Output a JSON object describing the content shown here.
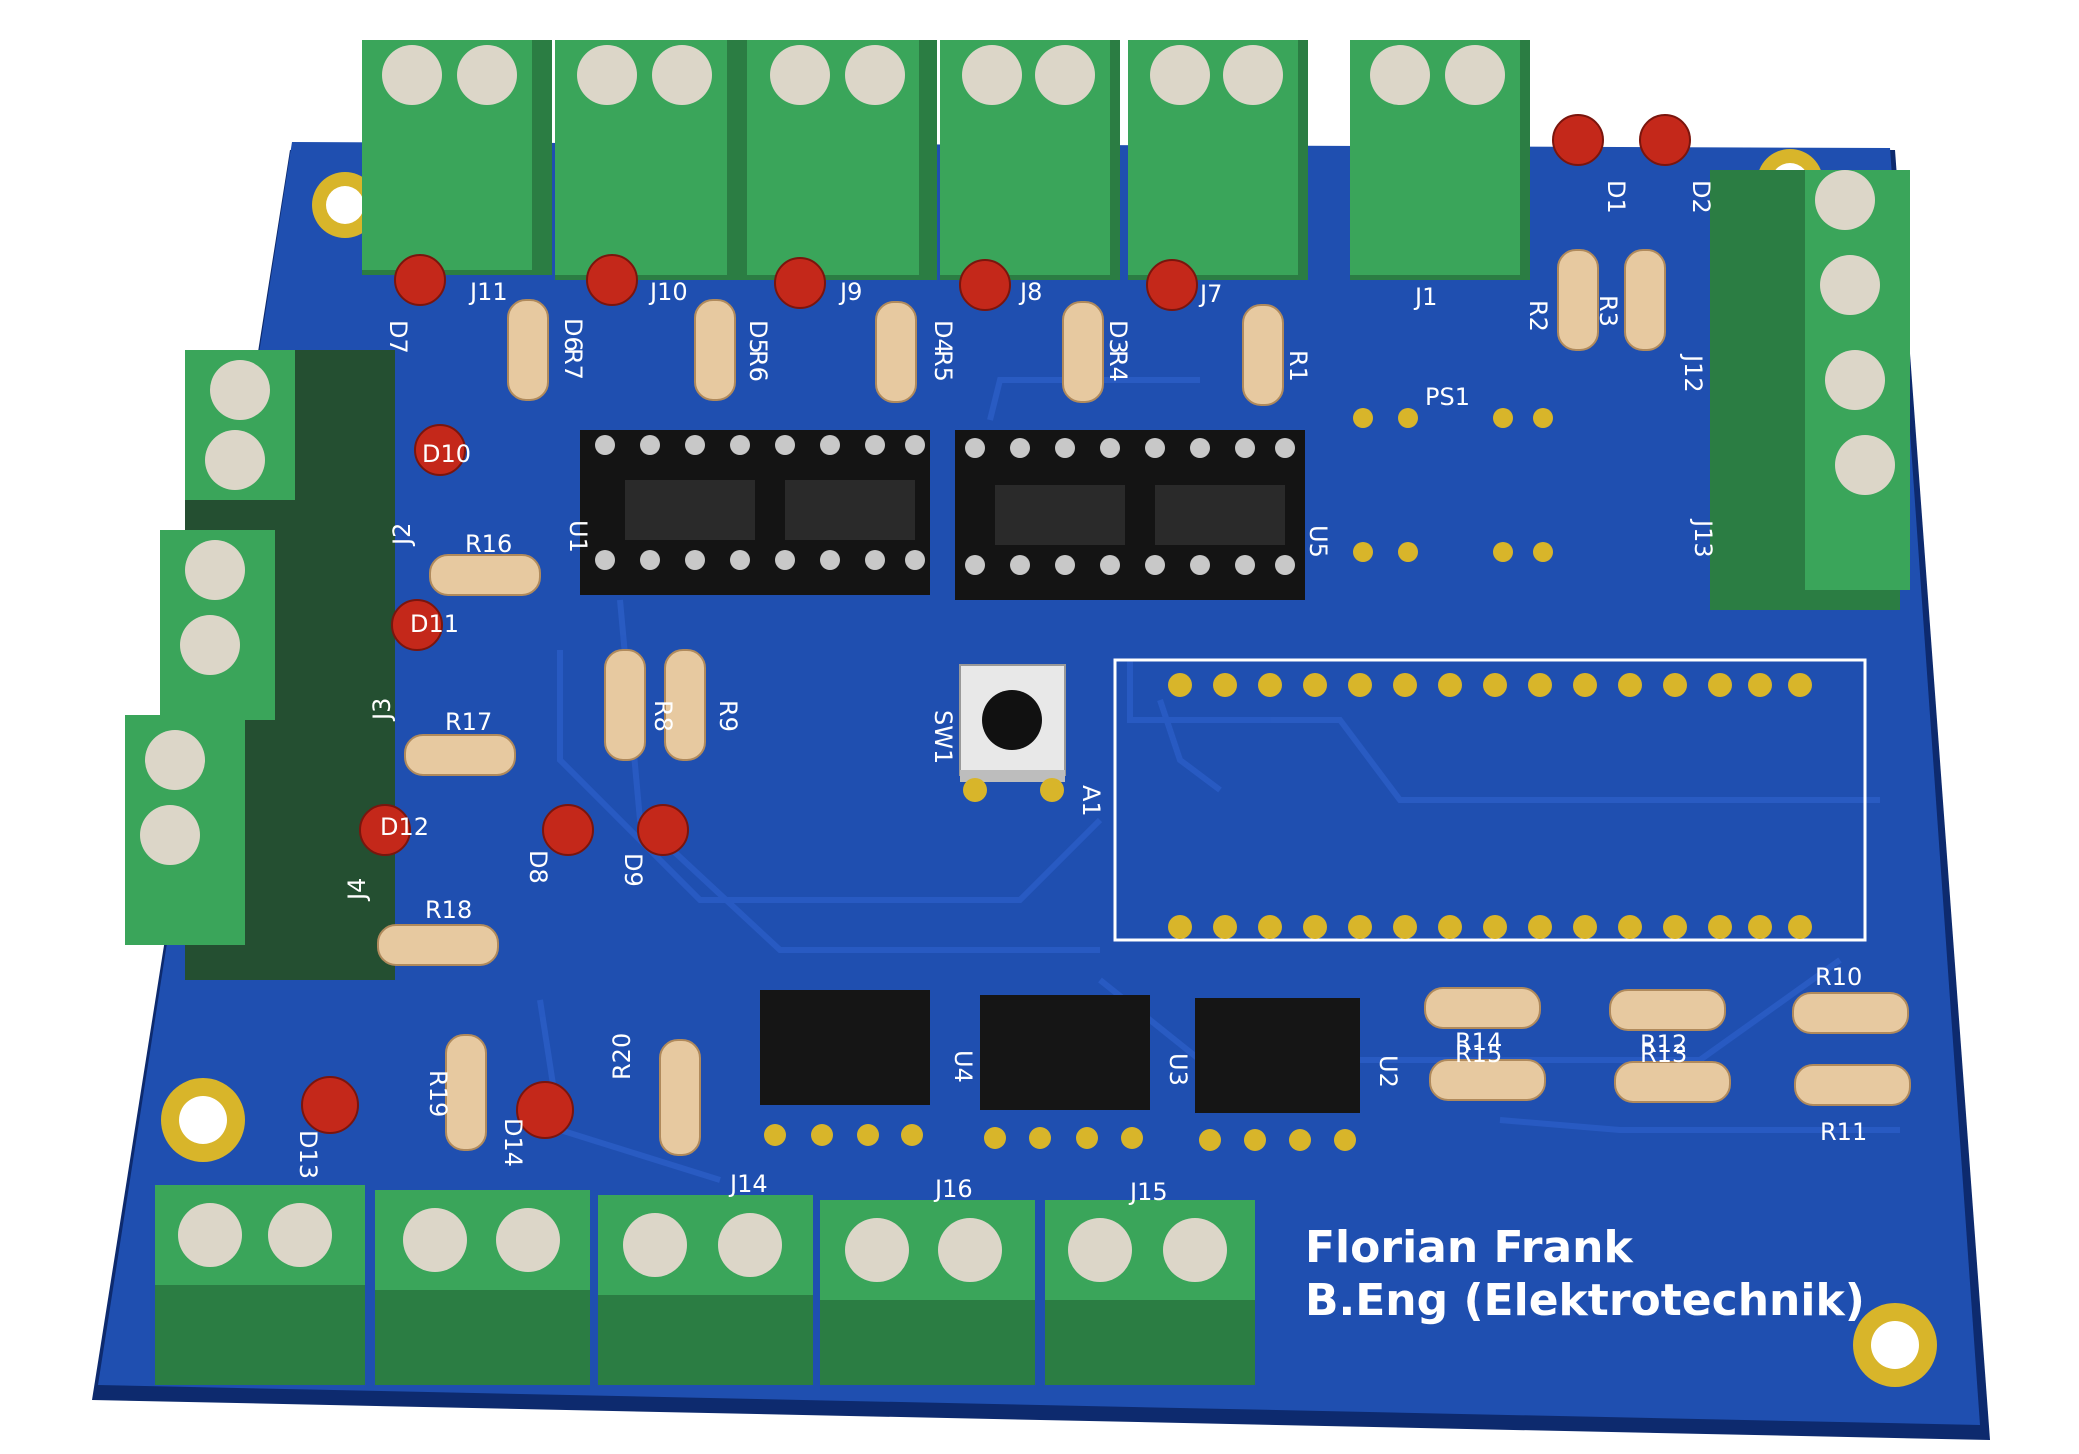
{
  "board": {
    "credit_name": "Florian Frank",
    "credit_degree": "B.Eng (Elektrotechnik)",
    "colors": {
      "pcb": "#1f4fb0",
      "pcb_edge": "#0d2a6e",
      "trace": "#2a5cc4",
      "terminal": "#3aa55a",
      "terminal_dark": "#2b7d43",
      "led": "#c4281a",
      "resistor": "#e7c9a0",
      "pad": "#d8b52a"
    }
  },
  "labels": {
    "J11": "J11",
    "J10": "J10",
    "J9": "J9",
    "J8": "J8",
    "J7": "J7",
    "J1": "J1",
    "J12": "J12",
    "J13": "J13",
    "J2": "J2",
    "J3": "J3",
    "J4": "J4",
    "J14": "J14",
    "J16": "J16",
    "J15": "J15",
    "D1": "D1",
    "D2": "D2",
    "D3": "D3",
    "D4": "D4",
    "D5": "D5",
    "D6": "D6",
    "D7": "D7",
    "D8": "D8",
    "D9": "D9",
    "D10": "D10",
    "D11": "D11",
    "D12": "D12",
    "D13": "D13",
    "D14": "D14",
    "R1": "R1",
    "R2": "R2",
    "R3": "R3",
    "R4": "R4",
    "R5": "R5",
    "R6": "R6",
    "R7": "R7",
    "R8": "R8",
    "R9": "R9",
    "R10": "R10",
    "R11": "R11",
    "R12": "R12",
    "R13": "R13",
    "R14": "R14",
    "R15": "R15",
    "R16": "R16",
    "R17": "R17",
    "R18": "R18",
    "R19": "R19",
    "R20": "R20",
    "U1": "U1",
    "U2": "U2",
    "U3": "U3",
    "U4": "U4",
    "U5": "U5",
    "PS1": "PS1",
    "SW1": "SW1",
    "A1": "A1"
  }
}
